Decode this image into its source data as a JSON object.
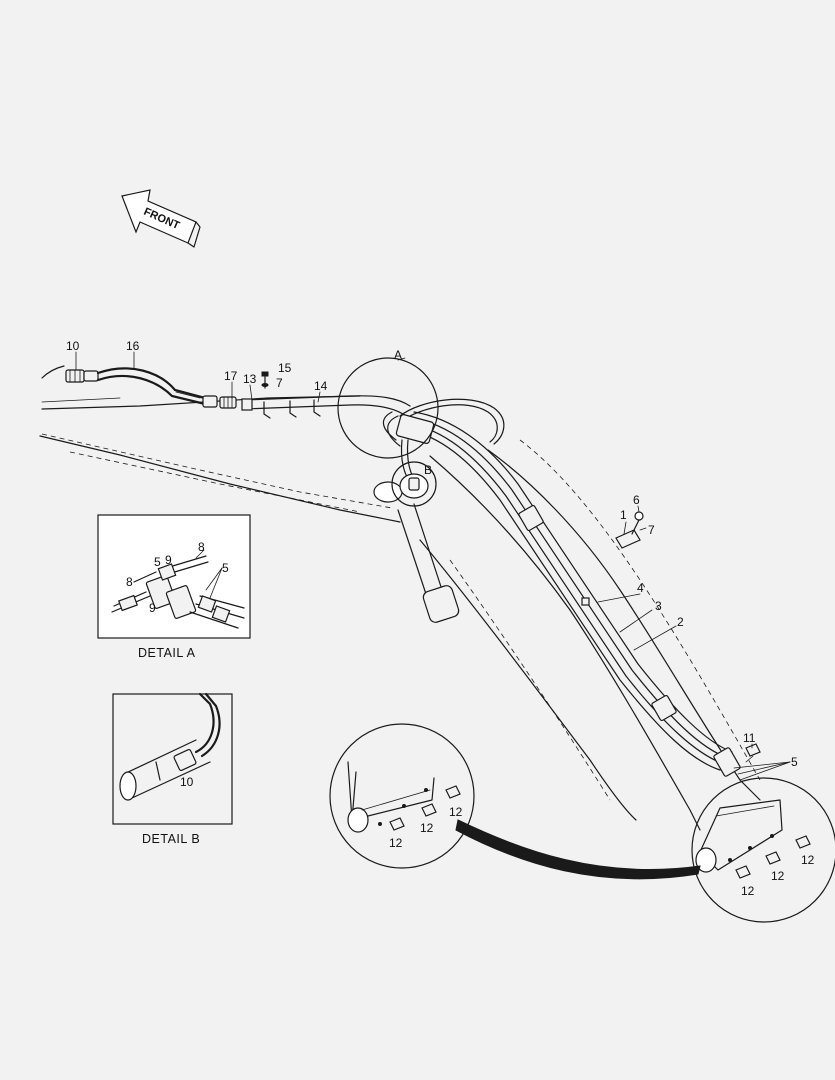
{
  "front_arrow": {
    "label": "FRONT"
  },
  "details": {
    "a": {
      "callout": "A",
      "caption": "DETAIL  A"
    },
    "b": {
      "callout": "B",
      "caption": "DETAIL  B"
    }
  },
  "part_numbers": {
    "p1": "1",
    "p2": "2",
    "p3": "3",
    "p4": "4",
    "p5": "5",
    "p6": "6",
    "p7": "7",
    "p8": "8",
    "p9": "9",
    "p10": "10",
    "p11": "11",
    "p12": "12",
    "p13": "13",
    "p14": "14",
    "p15": "15",
    "p16": "16",
    "p17": "17"
  }
}
